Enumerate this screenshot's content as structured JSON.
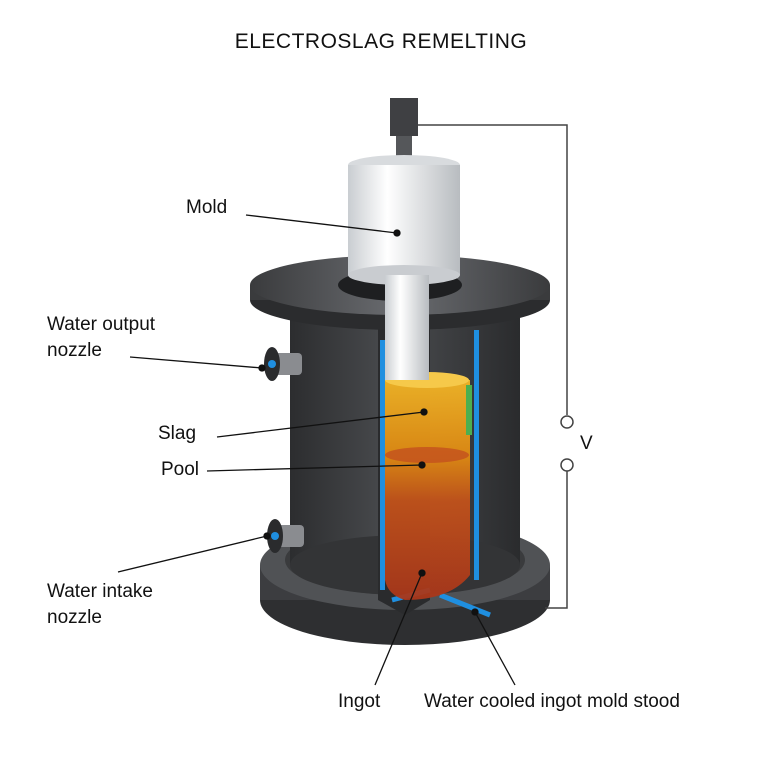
{
  "title": "ELECTROSLAG REMELTING",
  "labels": {
    "mold": "Mold",
    "water_output_line1": "Water output",
    "water_output_line2": "nozzle",
    "slag": "Slag",
    "pool": "Pool",
    "water_intake_line1": "Water intake",
    "water_intake_line2": "nozzle",
    "ingot": "Ingot",
    "stood": "Water cooled ingot mold stood",
    "voltage": "V"
  },
  "colors": {
    "body": "#3a3b3d",
    "body_light": "#55575a",
    "electrode": "#e6e8ea",
    "slag": "#e39a12",
    "pool": "#b8451c",
    "ingot": "#a8381c",
    "cooling": "#1f8fe0"
  }
}
